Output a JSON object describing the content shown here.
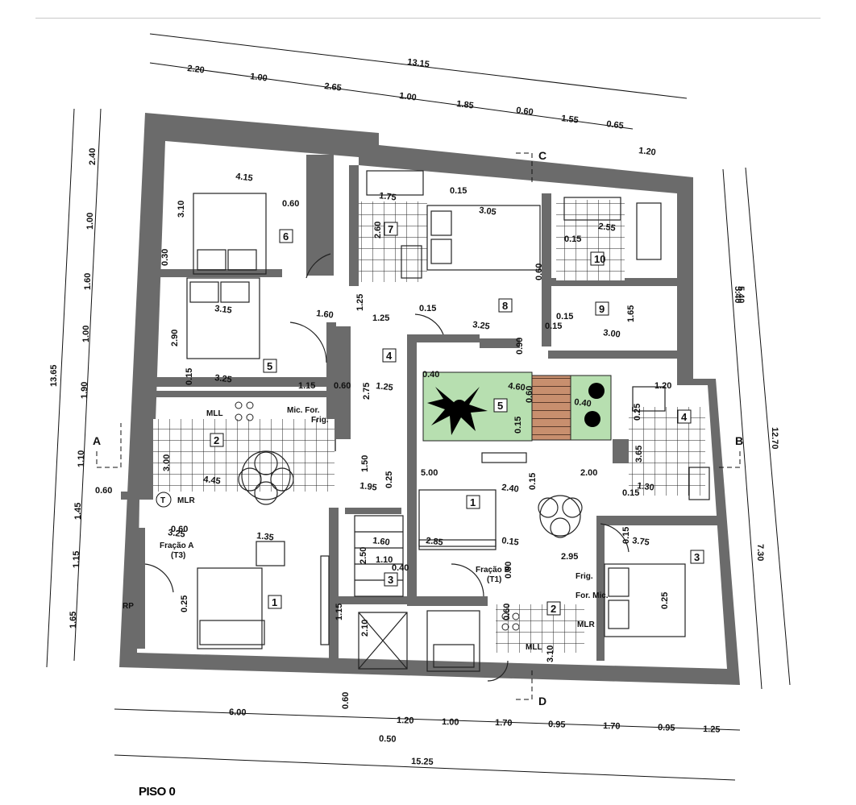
{
  "title": "PISO 0",
  "dims_top_total": "13.15",
  "dims_top": [
    "2.20",
    "1.00",
    "2.65",
    "1.00",
    "1.85",
    "0.60",
    "1.55",
    "0.65"
  ],
  "dims_top_extra": "1.20",
  "dims_bottom_total": "15.25",
  "dims_bottom": [
    "6.00",
    "1.20",
    "1.00",
    "1.70",
    "0.95",
    "1.70",
    "0.95",
    "1.25"
  ],
  "dims_bottom_small": [
    "0.50",
    "0.60"
  ],
  "dims_left_total": "13.65",
  "dims_left": [
    "2.40",
    "1.00",
    "1.60",
    "1.00",
    "1.90",
    "1.10",
    "1.45",
    "1.15",
    "1.65"
  ],
  "dims_left_small": "0.60",
  "dims_right": [
    "5.40",
    "12.70",
    "7.30"
  ],
  "section_marks": [
    "A",
    "B",
    "C",
    "D"
  ],
  "fracao_a": {
    "name": "Fração A",
    "type": "(T3)"
  },
  "fracao_b": {
    "name": "Fração B",
    "type": "(T1)"
  },
  "rooms_a": [
    "1",
    "2",
    "3",
    "4",
    "5",
    "6",
    "7"
  ],
  "rooms_b": [
    "1",
    "2",
    "3",
    "4",
    "5",
    "8",
    "9",
    "10"
  ],
  "appliances": {
    "mll": "MLL",
    "mic_for": "Mic. For.",
    "frig": "Frig.",
    "mlr": "MLR",
    "t": "T",
    "rp": "RP",
    "frig_b": "Frig.",
    "for_mic": "For. Mic.",
    "mlr_b": "MLR",
    "mll_b": "MLL"
  },
  "inner_dims": [
    "4.15",
    "3.10",
    "0.60",
    "1.75",
    "0.15",
    "3.05",
    "2.55",
    "0.15",
    "3.15",
    "1.60",
    "1.25",
    "2.90",
    "1.25",
    "0.15",
    "3.25",
    "0.15",
    "3.00",
    "1.65",
    "3.25",
    "1.15",
    "0.60",
    "1.25",
    "0.40",
    "4.60",
    "0.40",
    "1.20",
    "0.60",
    "2.75",
    "3.00",
    "4.45",
    "1.50",
    "1.95",
    "0.25",
    "5.00",
    "2.40",
    "0.15",
    "2.00",
    "1.30",
    "3.25",
    "1.35",
    "1.60",
    "2.85",
    "0.15",
    "2.95",
    "3.75",
    "0.25",
    "1.10",
    "0.90",
    "0.60",
    "3.10",
    "0.25",
    "1.15",
    "2.10",
    "2.50",
    "2.60",
    "3.65",
    "0.60",
    "5.40",
    "0.15",
    "0.90",
    "0.15",
    "0.15",
    "0.15",
    "0.40",
    "0.25",
    "0.60",
    "0.30",
    "0.15"
  ],
  "colors": {
    "wall": "#6b6b6b",
    "patio": "#b7dfb0",
    "deck": "#c88f6e",
    "tile": "#222222"
  }
}
